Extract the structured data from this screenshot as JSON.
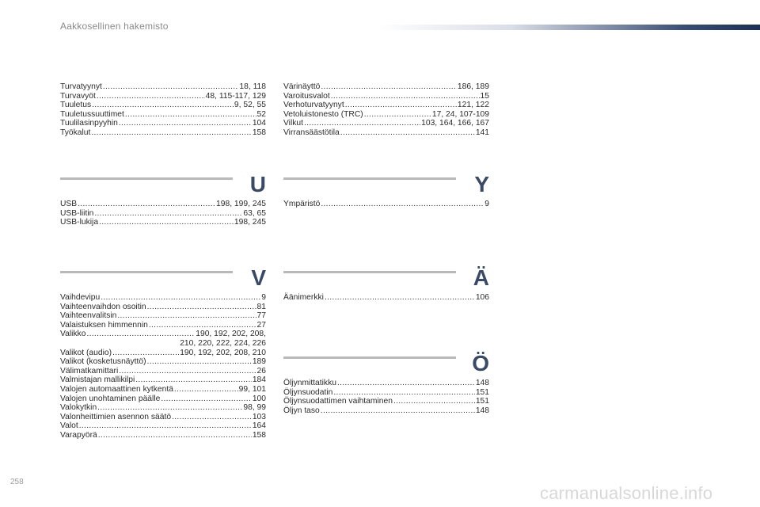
{
  "header": {
    "title": "Aakkosellinen hakemisto"
  },
  "page_number": "258",
  "watermark": "carmanualsonline.info",
  "left_top": [
    {
      "term": "Turvatyynyt",
      "pages": "18, 118"
    },
    {
      "term": "Turvavyöt",
      "pages": "48, 115-117, 129"
    },
    {
      "term": "Tuuletus",
      "pages": "9, 52, 55"
    },
    {
      "term": "Tuuletussuuttimet",
      "pages": "52"
    },
    {
      "term": "Tuulilasinpyyhin",
      "pages": "104"
    },
    {
      "term": "Työkalut",
      "pages": "158"
    }
  ],
  "right_top": [
    {
      "term": "Värinäyttö",
      "pages": "186, 189"
    },
    {
      "term": "Varoitusvalot",
      "pages": "15"
    },
    {
      "term": "Verhoturvatyynyt",
      "pages": "121, 122"
    },
    {
      "term": "Vetoluistonesto (TRC)",
      "pages": "17, 24, 107-109"
    },
    {
      "term": "Vilkut",
      "pages": "103, 164, 166, 167"
    },
    {
      "term": "Virransäästötila",
      "pages": "141"
    }
  ],
  "section_u": {
    "letter": "U",
    "entries": [
      {
        "term": "USB",
        "pages": "198, 199, 245"
      },
      {
        "term": "USB-liitin",
        "pages": "63, 65"
      },
      {
        "term": "USB-lukija",
        "pages": "198, 245"
      }
    ]
  },
  "section_y": {
    "letter": "Y",
    "entries": [
      {
        "term": "Ympäristö",
        "pages": "9"
      }
    ]
  },
  "section_v": {
    "letter": "V",
    "entries": [
      {
        "term": "Vaihdevipu",
        "pages": "9"
      },
      {
        "term": "Vaihteenvaihdon osoitin",
        "pages": "81"
      },
      {
        "term": "Vaihteenvalitsin",
        "pages": "77"
      },
      {
        "term": "Valaistuksen himmennin",
        "pages": "27"
      },
      {
        "term": "Valikko",
        "pages": "190, 192, 202, 208,",
        "continuation": "210, 220, 222, 224, 226"
      },
      {
        "term": "Valikot (audio)",
        "pages": "190, 192, 202, 208, 210"
      },
      {
        "term": "Valikot (kosketusnäyttö)",
        "pages": "189"
      },
      {
        "term": "Välimatkamittari",
        "pages": "26"
      },
      {
        "term": "Valmistajan mallikilpi",
        "pages": "184"
      },
      {
        "term": "Valojen automaattinen kytkentä",
        "pages": "99, 101"
      },
      {
        "term": "Valojen unohtaminen päälle",
        "pages": "100"
      },
      {
        "term": "Valokytkin",
        "pages": "98, 99"
      },
      {
        "term": "Valonheittimien asennon säätö",
        "pages": "103"
      },
      {
        "term": "Valot",
        "pages": "164"
      },
      {
        "term": "Varapyörä",
        "pages": "158"
      }
    ]
  },
  "section_ae": {
    "letter": "Ä",
    "entries": [
      {
        "term": "Äänimerkki",
        "pages": "106"
      }
    ]
  },
  "section_oe": {
    "letter": "Ö",
    "entries": [
      {
        "term": "Öljynmittatikku",
        "pages": "148"
      },
      {
        "term": "Öljynsuodatin",
        "pages": "151"
      },
      {
        "term": "Öljynsuodattimen vaihtaminen",
        "pages": "151"
      },
      {
        "term": "Öljyn taso",
        "pages": "148"
      }
    ]
  }
}
